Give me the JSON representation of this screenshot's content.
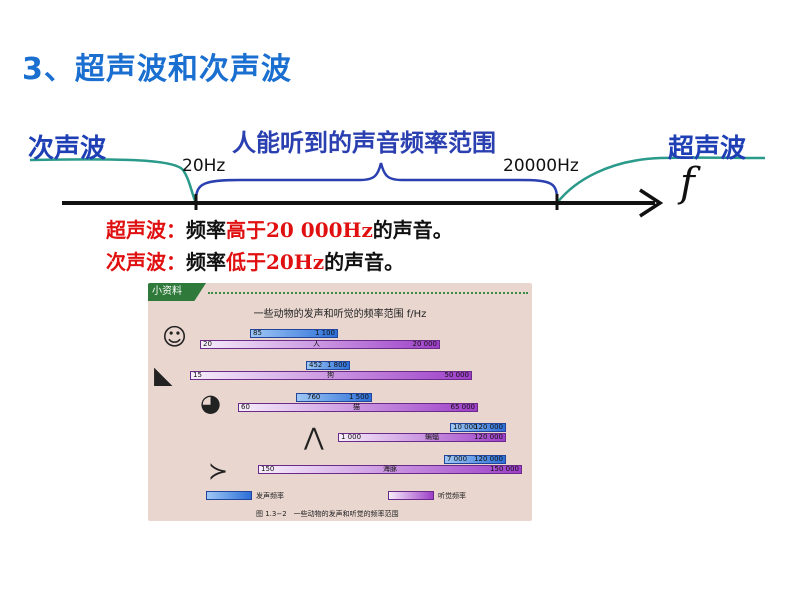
{
  "title": "3、超声波和次声波",
  "diagram": {
    "left_label": "次声波",
    "right_label": "超声波",
    "range_label": "人能听到的声音频率范围",
    "tick_low": "20Hz",
    "tick_high": "20000Hz",
    "axis_symbol": "f"
  },
  "definitions": [
    {
      "term": "超声波：",
      "prefix": "频率",
      "comparison": "高于20 000Hz",
      "suffix": "的声音。"
    },
    {
      "term": "次声波：",
      "prefix": "频率",
      "comparison": "低于20Hz",
      "suffix": "的声音。"
    }
  ],
  "figure": {
    "tag": "小资料",
    "title": "一些动物的发声和听觉的频率范围 f/Hz",
    "rows": [
      {
        "animal": "人",
        "icon": "human-head-icon",
        "emit_low": "85",
        "emit_high": "1 100",
        "hear_low": "20",
        "hear_high": "20 000"
      },
      {
        "animal": "狗",
        "icon": "dog-icon",
        "emit_low": "452",
        "emit_high": "1 800",
        "hear_low": "15",
        "hear_high": "50 000"
      },
      {
        "animal": "猫",
        "icon": "cat-icon",
        "emit_low": "760",
        "emit_high": "1 500",
        "hear_low": "60",
        "hear_high": "65 000"
      },
      {
        "animal": "蝙蝠",
        "icon": "bat-icon",
        "emit_low": "10 000",
        "emit_high": "120 000",
        "hear_low": "1 000",
        "hear_high": "120 000"
      },
      {
        "animal": "海豚",
        "icon": "dolphin-icon",
        "emit_low": "7 000",
        "emit_high": "120 000",
        "hear_low": "150",
        "hear_high": "150 000"
      }
    ],
    "legend_emit": "发声频率",
    "legend_hear": "听觉频率",
    "caption": "图 1.3−2　一些动物的发声和听觉的频率范围"
  },
  "colors": {
    "title": "#1a6fd0",
    "term": "#e01010",
    "curve": "#2a9a8a",
    "brace": "#2a3fb0",
    "axis": "#111111"
  }
}
